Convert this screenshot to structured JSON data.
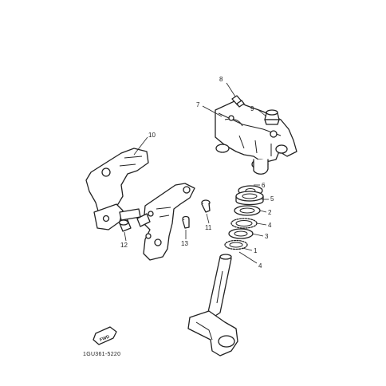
{
  "diagram": {
    "callouts": [
      {
        "id": "1",
        "label": "1"
      },
      {
        "id": "2",
        "label": "2"
      },
      {
        "id": "3",
        "label": "3"
      },
      {
        "id": "4a",
        "label": "4"
      },
      {
        "id": "4b",
        "label": "4"
      },
      {
        "id": "5",
        "label": "5"
      },
      {
        "id": "6",
        "label": "6"
      },
      {
        "id": "7",
        "label": "7"
      },
      {
        "id": "8",
        "label": "8"
      },
      {
        "id": "9",
        "label": "9"
      },
      {
        "id": "10",
        "label": "10"
      },
      {
        "id": "11",
        "label": "11"
      },
      {
        "id": "12",
        "label": "12"
      },
      {
        "id": "13",
        "label": "13"
      }
    ],
    "fwd_label": "FWD",
    "drawing_code": "1GU361-5220"
  }
}
